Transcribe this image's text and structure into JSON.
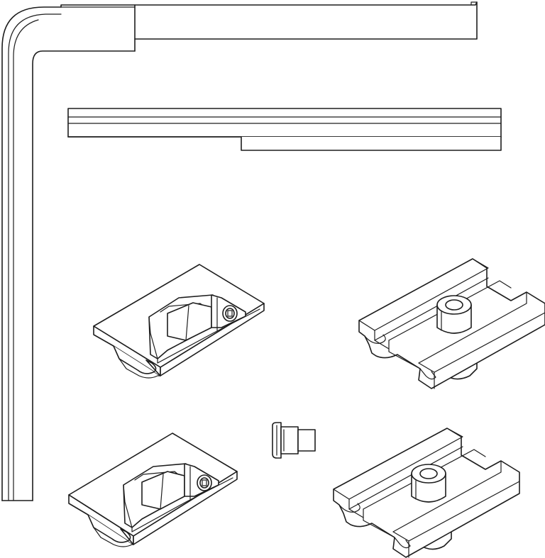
{
  "drawing": {
    "style": "monochrome line-art technical illustration",
    "line_color": "#1d1d1d",
    "background_color": "#ffffff",
    "parts": [
      "corner-profile",
      "flat-rail-profile",
      "slide-clamp",
      "end-slider",
      "small-bushing"
    ]
  }
}
